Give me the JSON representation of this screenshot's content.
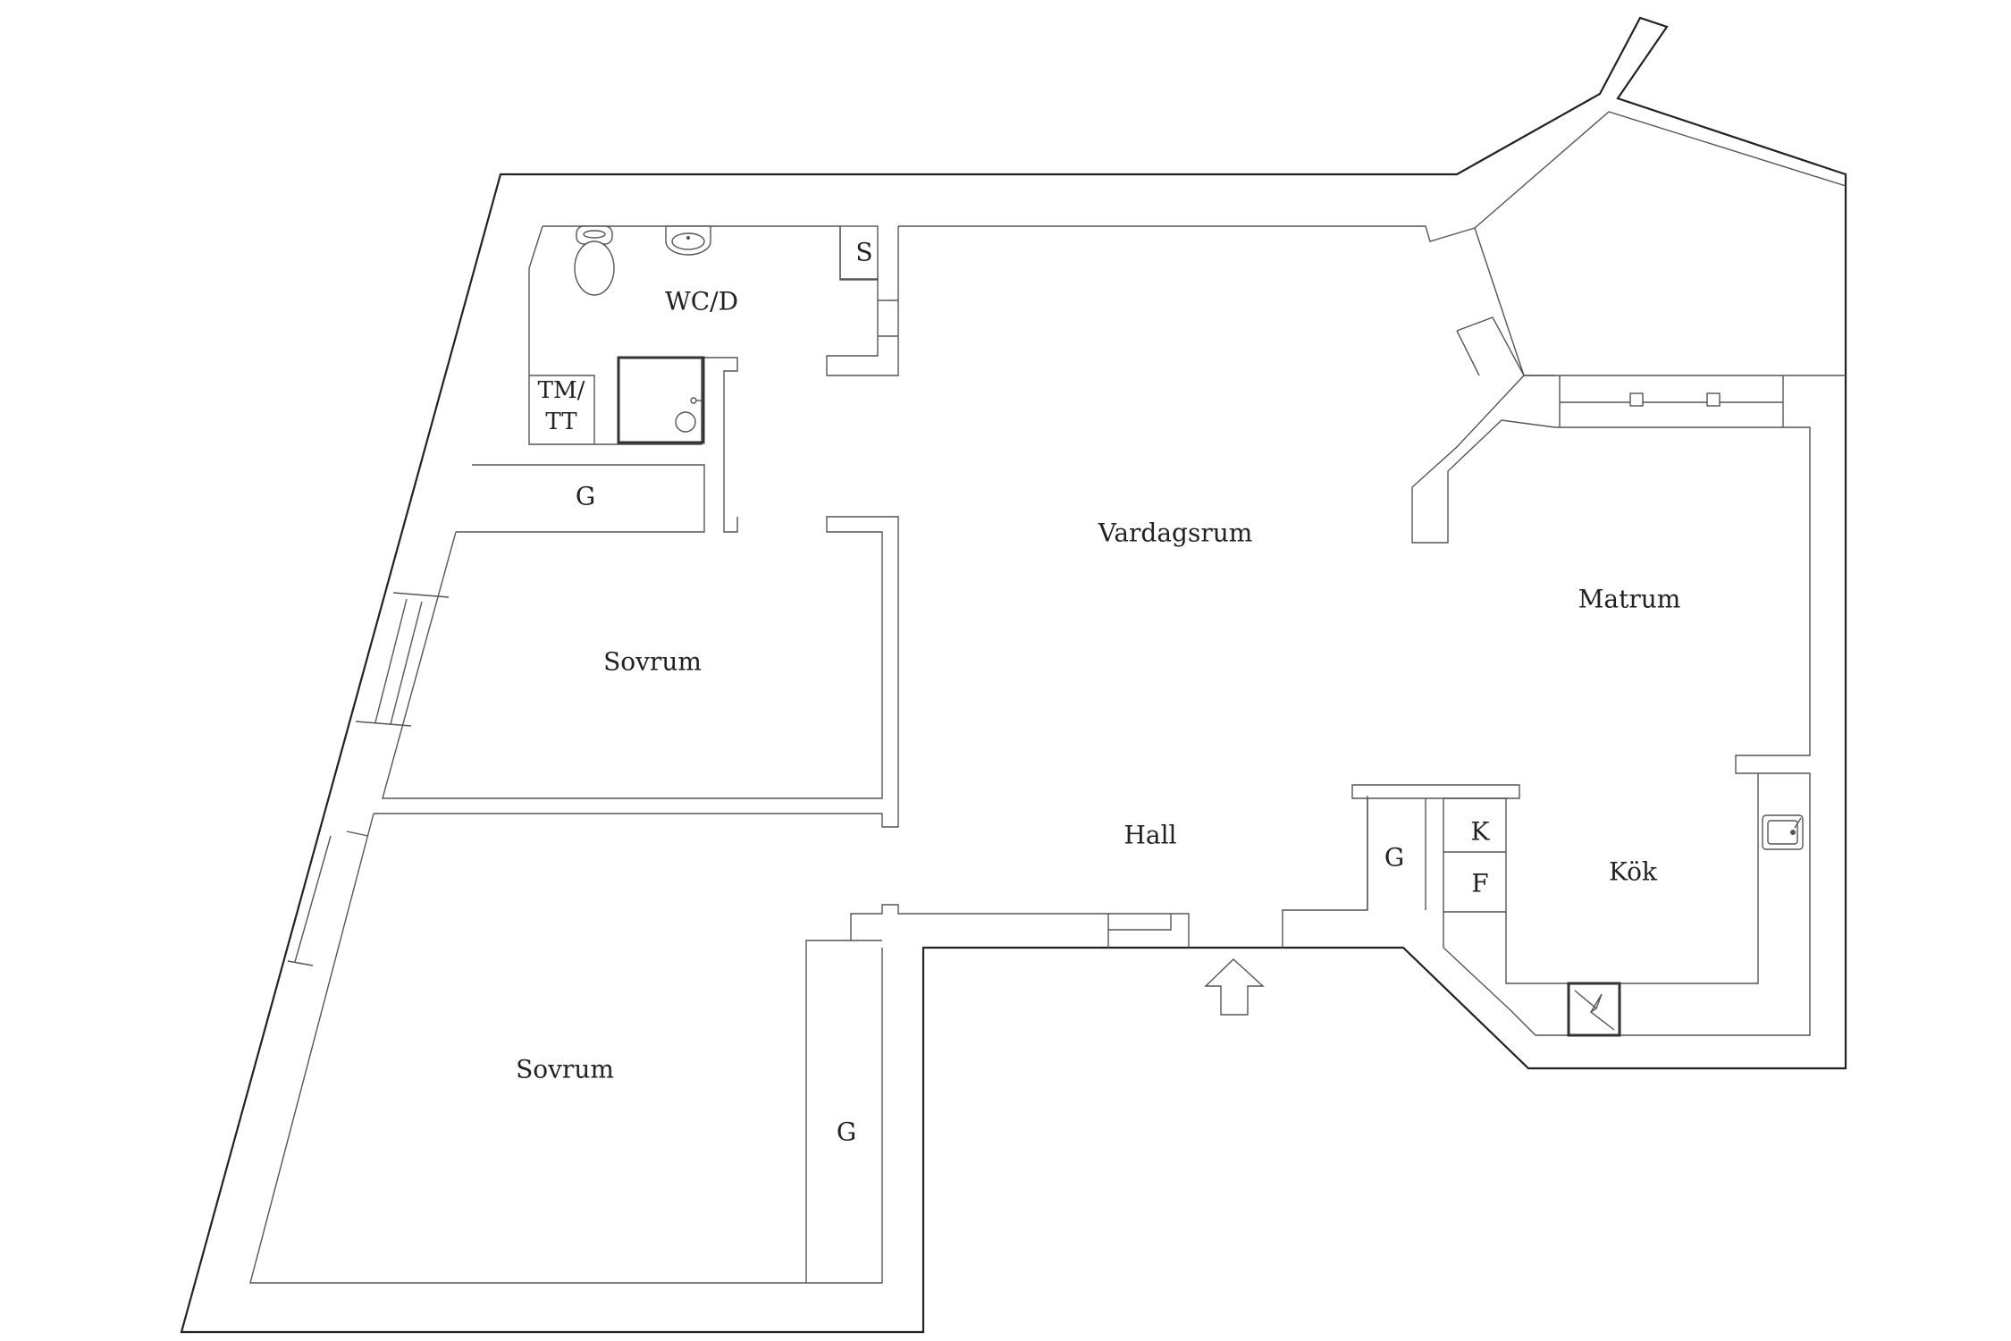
{
  "floorplan": {
    "rooms": {
      "wc": "WC/D",
      "storage": "S",
      "laundry_line1": "TM/",
      "laundry_line2": "TT",
      "wardrobe_top": "G",
      "bedroom_1": "Sovrum",
      "living_room": "Vardagsrum",
      "dining_room": "Matrum",
      "hall": "Hall",
      "wardrobe_hall": "G",
      "fridge": "K",
      "freezer": "F",
      "kitchen": "Kök",
      "bedroom_2": "Sovrum",
      "wardrobe_bottom": "G"
    },
    "colors": {
      "outer_wall": "#222222",
      "inner_wall": "#555555",
      "background": "#ffffff"
    },
    "entrance": "entrance-arrow-icon"
  }
}
